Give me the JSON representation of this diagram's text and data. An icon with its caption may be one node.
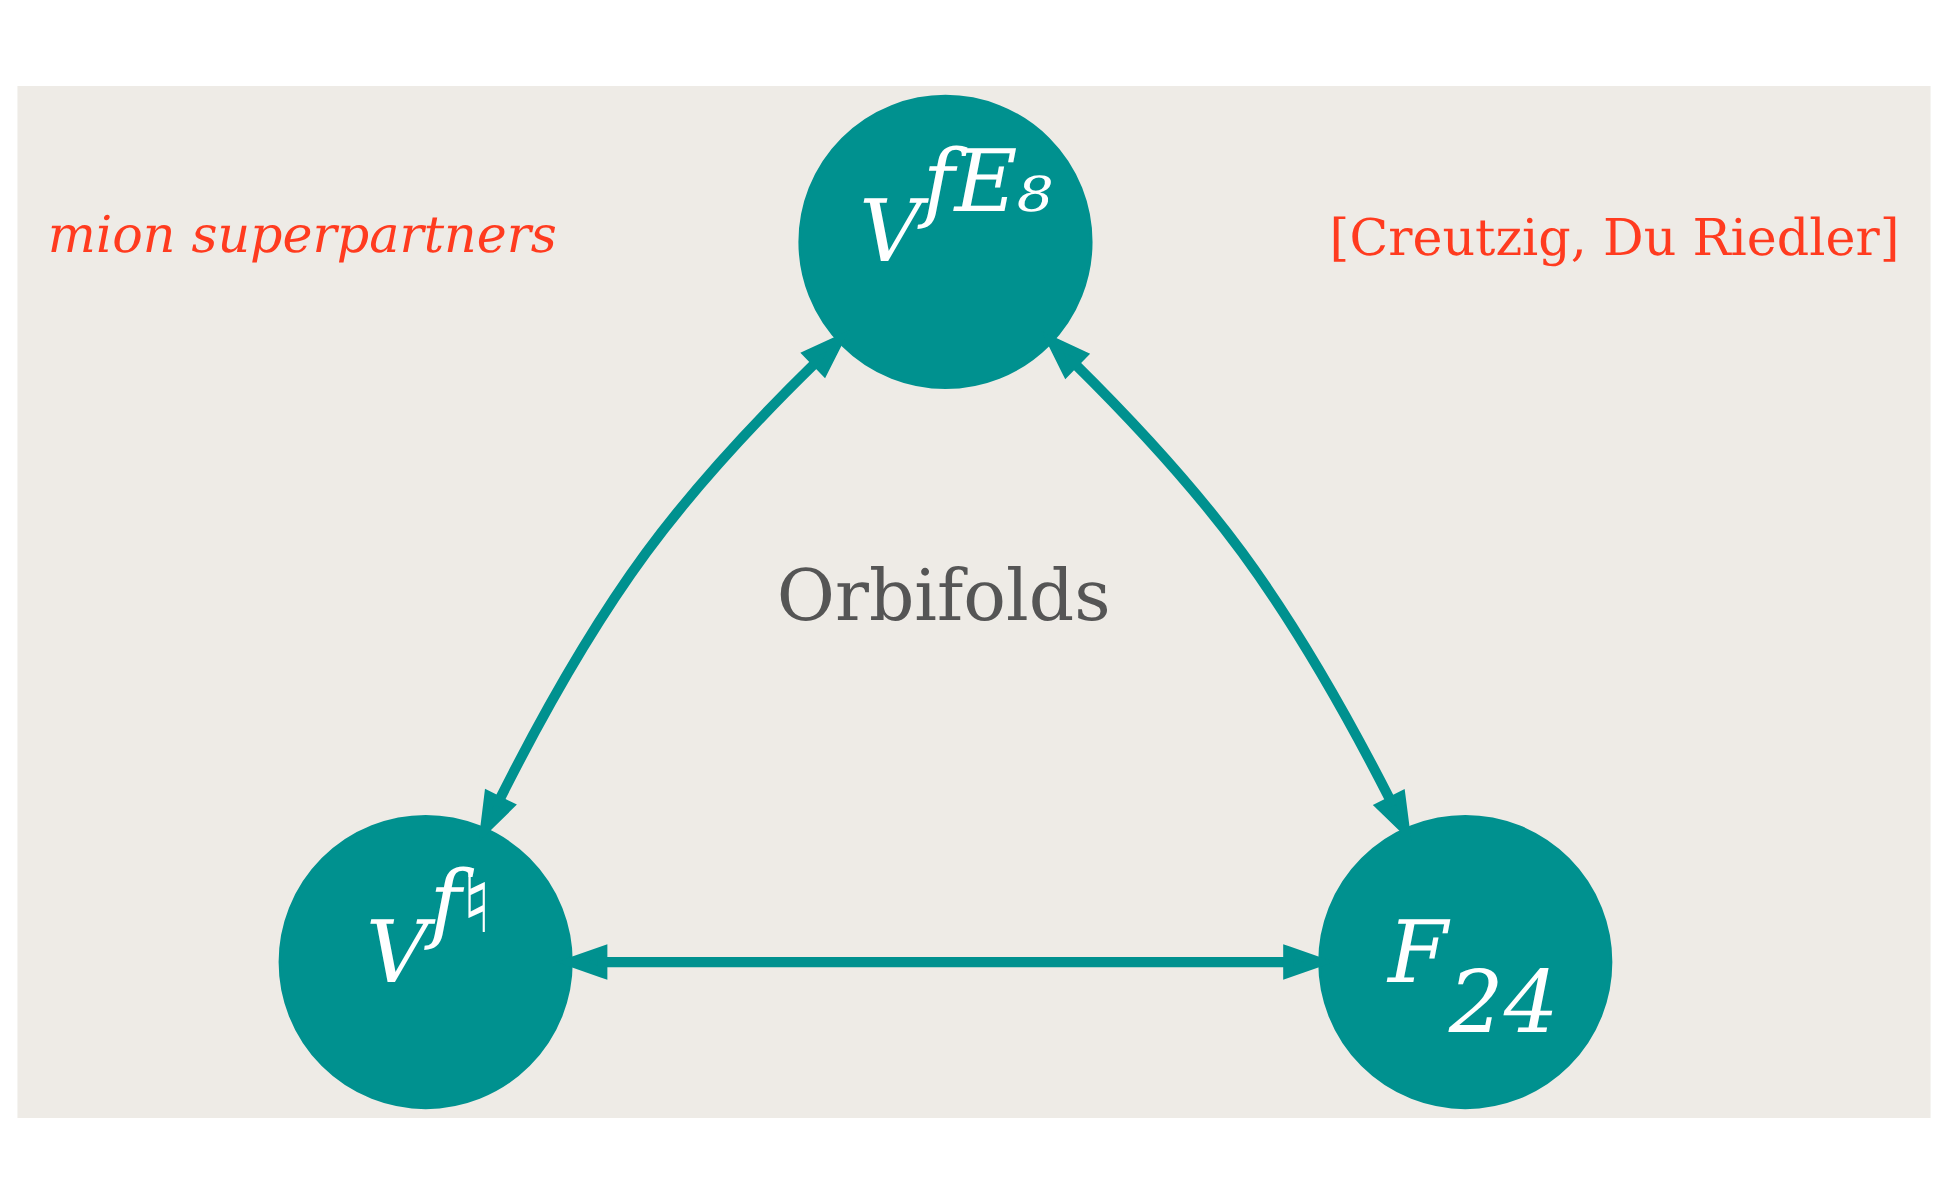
{
  "diagram": {
    "nodes": [
      {
        "text": [
          "V$^{fE₈}$"
        ]
      },
      {
        "text": [
          "V$^{f♮}$"
        ]
      },
      {
        "text": [
          "F$_{24}$"
        ]
      }
    ],
    "edges": [
      {
        "from": 0,
        "to": 1,
        "arrow": "both"
      },
      {
        "from": 0,
        "to": 2,
        "arrow": "both"
      },
      {
        "from": 1,
        "to": 2,
        "arrow": "both"
      }
    ],
    "labels": [
      "mion superpartners",
      "[Creutzig, Du Riedler]",
      "Orbifolds"
    ]
  }
}
